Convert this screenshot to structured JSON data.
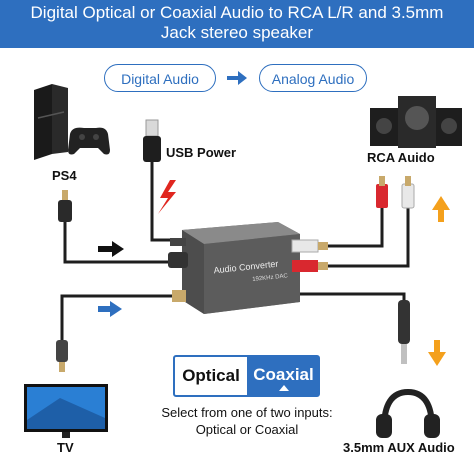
{
  "header": {
    "line1": "Digital Optical or Coaxial Audio to RCA L/R and 3.5mm",
    "line2": "Jack stereo speaker"
  },
  "flow": {
    "from": "Digital Audio",
    "to": "Analog Audio"
  },
  "labels": {
    "ps4": "PS4",
    "usb_power": "USB Power",
    "rca": "RCA Auido",
    "tv": "TV",
    "aux": "3.5mm AUX Audio"
  },
  "device": {
    "name": "Audio Converter",
    "subtitle": "192KHz DAC"
  },
  "selector": {
    "optical": "Optical",
    "coaxial": "Coaxial"
  },
  "caption": {
    "line1": "Select from one of two inputs:",
    "line2": "Optical or Coaxial"
  },
  "colors": {
    "brand_blue": "#2e6fbf",
    "power_red": "#e0261f",
    "arrow_orange": "#f4a01c",
    "arrow_black": "#111111",
    "device_gray": "#6e6e6e"
  }
}
